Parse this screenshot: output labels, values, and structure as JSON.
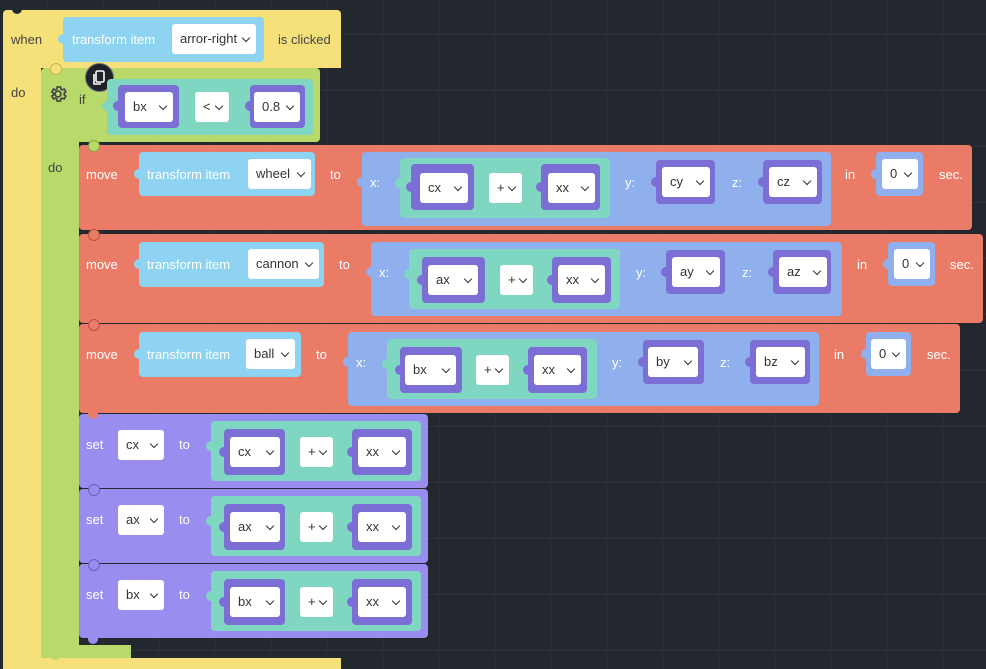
{
  "event": {
    "when_label": "when",
    "item_label": "transform item",
    "key_value": "arror-right",
    "clicked_label": "is clicked",
    "do_label": "do"
  },
  "if_block": {
    "if_label": "if",
    "left_var": "bx",
    "operator": "<",
    "right_value": "0.8",
    "do_label": "do"
  },
  "moves": [
    {
      "move_label": "move",
      "item_label": "transform item",
      "item_value": "wheel",
      "to_label": "to",
      "x_label": "x:",
      "x_var": "cx",
      "op": "+",
      "x_add": "xx",
      "y_label": "y:",
      "y_var": "cy",
      "z_label": "z:",
      "z_var": "cz",
      "in_label": "in",
      "time": "0",
      "sec_label": "sec."
    },
    {
      "move_label": "move",
      "item_label": "transform item",
      "item_value": "cannon",
      "to_label": "to",
      "x_label": "x:",
      "x_var": "ax",
      "op": "+",
      "x_add": "xx",
      "y_label": "y:",
      "y_var": "ay",
      "z_label": "z:",
      "z_var": "az",
      "in_label": "in",
      "time": "0",
      "sec_label": "sec."
    },
    {
      "move_label": "move",
      "item_label": "transform item",
      "item_value": "ball",
      "to_label": "to",
      "x_label": "x:",
      "x_var": "bx",
      "op": "+",
      "x_add": "xx",
      "y_label": "y:",
      "y_var": "by",
      "z_label": "z:",
      "z_var": "bz",
      "in_label": "in",
      "time": "0",
      "sec_label": "sec."
    }
  ],
  "sets": [
    {
      "set_label": "set",
      "var": "cx",
      "to_label": "to",
      "left": "cx",
      "op": "+",
      "right": "xx"
    },
    {
      "set_label": "set",
      "var": "ax",
      "to_label": "to",
      "left": "ax",
      "op": "+",
      "right": "xx"
    },
    {
      "set_label": "set",
      "var": "bx",
      "to_label": "to",
      "left": "bx",
      "op": "+",
      "right": "xx"
    }
  ],
  "colors": {
    "event_block": "#f5e07a",
    "if_block": "#b9d96a",
    "move_block": "#ea7c67",
    "set_block": "#9a8df0",
    "math_block": "#7fd6c1",
    "vector_block": "#8fb0ec",
    "variable_block": "#7b6fd6",
    "item_block": "#8ed3f2"
  },
  "icons": [
    "gear-icon",
    "copy-icon"
  ]
}
